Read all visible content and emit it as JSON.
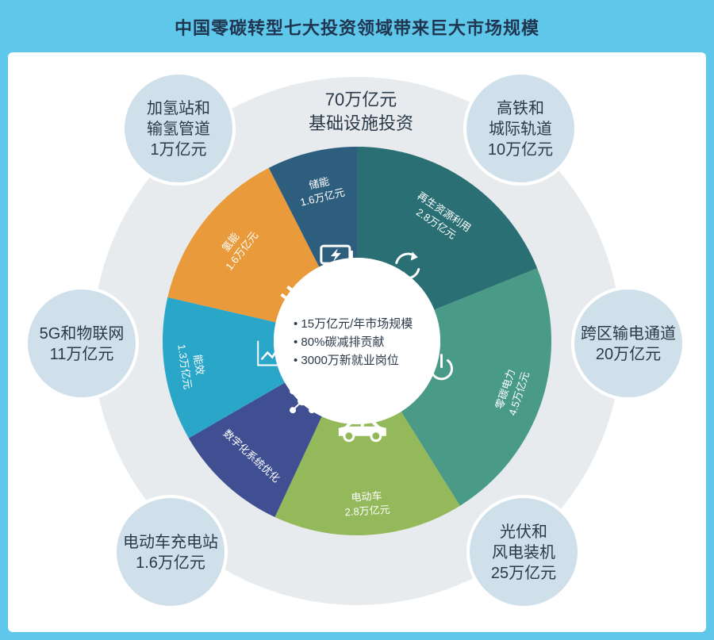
{
  "title": "中国零碳转型七大投资领域带来巨大市场规模",
  "infrastructure": {
    "amount": "70万亿元",
    "label": "基础设施投资"
  },
  "center_bullets": [
    "• 15万亿元/年市场规模",
    "• 80%碳减排贡献",
    "• 3000万新就业岗位"
  ],
  "segments": [
    {
      "name": "再生资源利用",
      "value": "2.8万亿元",
      "color": "#2a6f73",
      "icon": "recycle-icon"
    },
    {
      "name": "零碳电力",
      "value": "4.5万亿元",
      "color": "#4a9a88",
      "icon": "power-icon"
    },
    {
      "name": "电动车",
      "value": "2.8万亿元",
      "color": "#93b95a",
      "icon": "car-icon"
    },
    {
      "name": "数字化系统优化",
      "value": "",
      "color": "#3f4f92",
      "icon": "network-icon"
    },
    {
      "name": "能效",
      "value": "1.3万亿元",
      "color": "#2aa6c9",
      "icon": "chart-up-icon"
    },
    {
      "name": "氢能",
      "value": "1.6万亿元",
      "color": "#e99a3b",
      "icon": "h2-icon",
      "icon_text": "H₂"
    },
    {
      "name": "储能",
      "value": "1.6万亿元",
      "color": "#2e5e7e",
      "icon": "battery-icon"
    }
  ],
  "bubbles": [
    {
      "lines": [
        "加氢站和",
        "输氢管道"
      ],
      "value": "1万亿元"
    },
    {
      "lines": [
        "高铁和",
        "城际轨道"
      ],
      "value": "10万亿元"
    },
    {
      "lines": [
        "5G和物联网"
      ],
      "value": "11万亿元"
    },
    {
      "lines": [
        "跨区输电通道"
      ],
      "value": "20万亿元"
    },
    {
      "lines": [
        "电动车充电站"
      ],
      "value": "1.6万亿元"
    },
    {
      "lines": [
        "光伏和",
        "风电装机"
      ],
      "value": "25万亿元"
    }
  ],
  "colors": {
    "background": "#5fc7ea",
    "ring": "#e7ebee",
    "bubble": "#cfe0ea",
    "text_dark": "#2a3a4a"
  }
}
